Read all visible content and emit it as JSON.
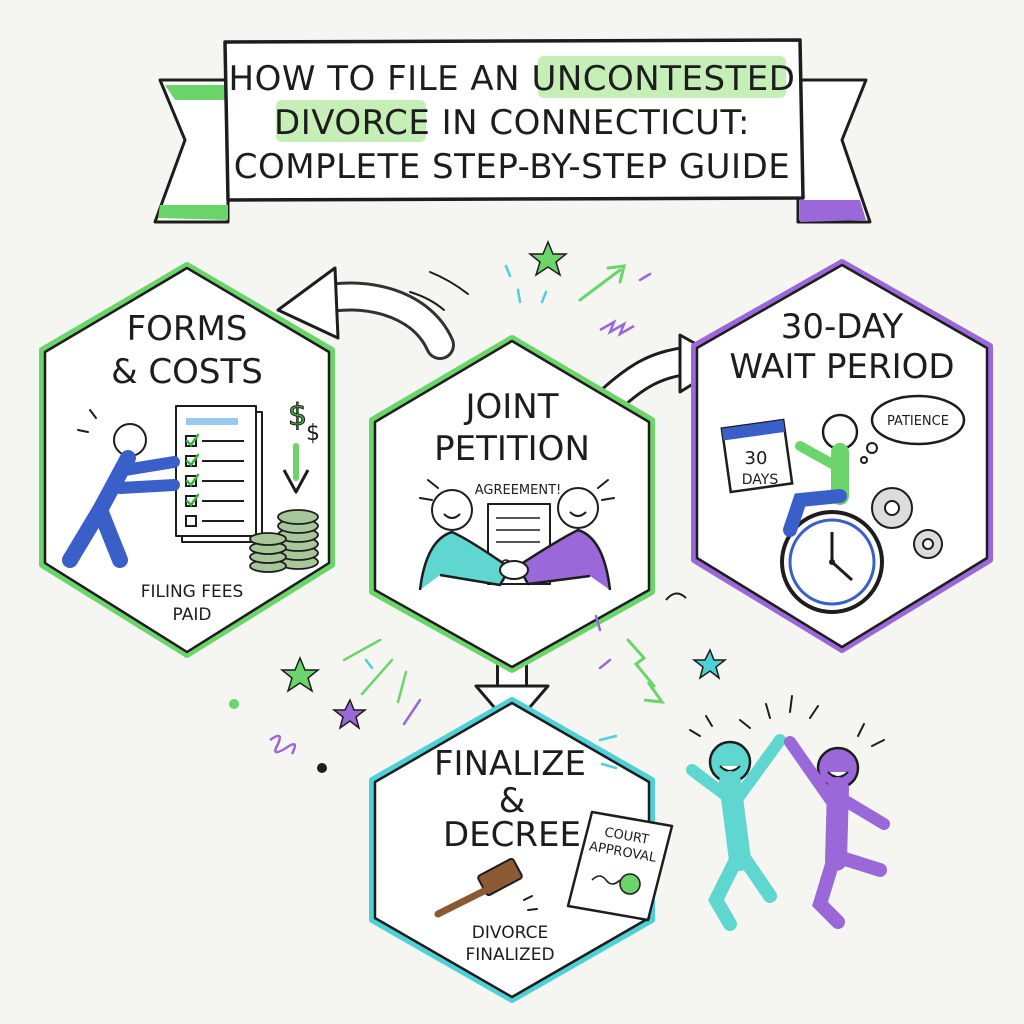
{
  "title": {
    "line1_prefix": "HOW TO FILE AN",
    "line1_highlight": "UNCONTESTED",
    "line2_highlight": "DIVORCE",
    "line2_suffix": "IN CONNECTICUT:",
    "line3": "COMPLETE STEP-BY-STEP GUIDE"
  },
  "steps": [
    {
      "id": "forms-costs",
      "title_lines": [
        "FORMS",
        "& COSTS"
      ],
      "caption_lines": [
        "FILING FEES",
        "PAID"
      ],
      "border_color": "#6bd46b",
      "icons": [
        "person-pushing-icon",
        "checklist-icon",
        "dollar-sign-icon",
        "coin-stack-icon",
        "down-arrow-icon"
      ]
    },
    {
      "id": "joint-petition",
      "title_lines": [
        "JOINT",
        "PETITION"
      ],
      "speech_label": "AGREEMENT!",
      "border_color": "#6bd46b",
      "icons": [
        "handshake-icon",
        "document-icon"
      ]
    },
    {
      "id": "wait-period",
      "title_lines": [
        "30-DAY",
        "WAIT PERIOD"
      ],
      "calendar_lines": [
        "30",
        "DAYS"
      ],
      "thought_label": "PATIENCE",
      "border_color": "#9a68d8",
      "icons": [
        "calendar-icon",
        "clock-icon",
        "gear-icon",
        "thought-bubble-icon"
      ]
    },
    {
      "id": "finalize-decree",
      "title_lines": [
        "FINALIZE",
        "&",
        "DECREE"
      ],
      "scroll_lines": [
        "COURT",
        "APPROVAL"
      ],
      "caption_lines": [
        "DIVORCE",
        "FINALIZED"
      ],
      "border_color": "#4fd0d6",
      "icons": [
        "gavel-icon",
        "scroll-icon",
        "seal-icon"
      ]
    }
  ],
  "colors": {
    "green": "#6bd46b",
    "purple": "#9a68d8",
    "teal": "#4fd0d6",
    "blue": "#3a5fc8",
    "highlight": "#c6efb8"
  }
}
